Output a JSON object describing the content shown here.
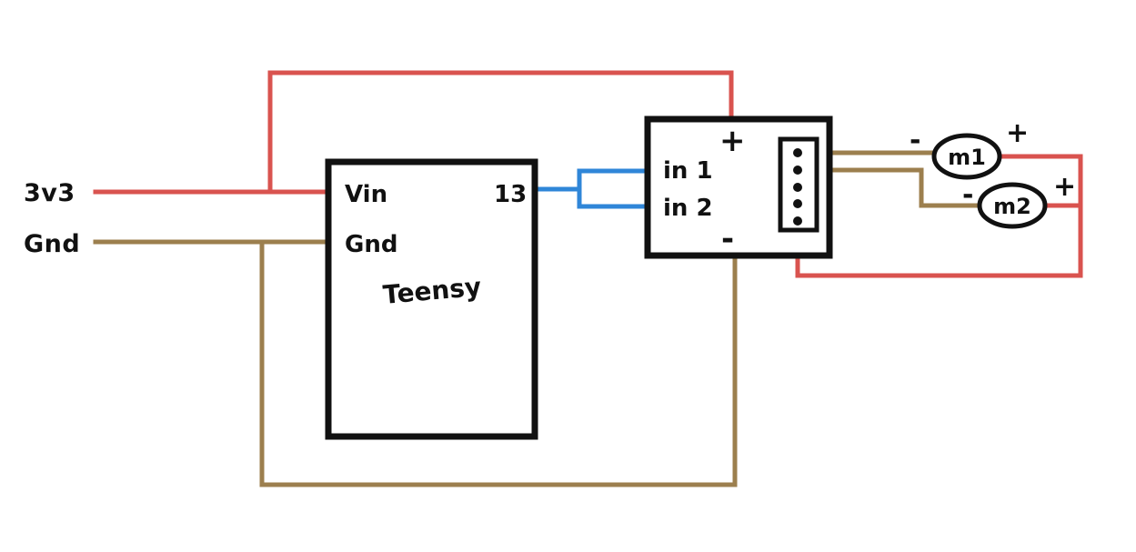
{
  "diagram": {
    "title": "Teensy motor driver wiring sketch",
    "style": "hand-drawn schematic",
    "background_color": "#ffffff"
  },
  "colors": {
    "ink": "#111111",
    "power_red": "#d9534f",
    "ground_brown": "#9c7f4e",
    "signal_blue": "#2f86d8"
  },
  "supply_labels": {
    "positive": "3v3",
    "ground": "Gnd"
  },
  "teensy": {
    "name": "Teensy",
    "pins": {
      "vin": "Vin",
      "gnd": "Gnd",
      "digital": "13"
    }
  },
  "driver": {
    "inputs": {
      "in1": "in 1",
      "in2": "in 2"
    },
    "power": {
      "plus": "+",
      "minus": "-"
    },
    "terminal_block": {
      "pin_count": 5
    }
  },
  "motors": [
    {
      "name": "m1",
      "minus": "-",
      "plus": "+"
    },
    {
      "name": "m2",
      "minus": "-",
      "plus": "+"
    }
  ]
}
